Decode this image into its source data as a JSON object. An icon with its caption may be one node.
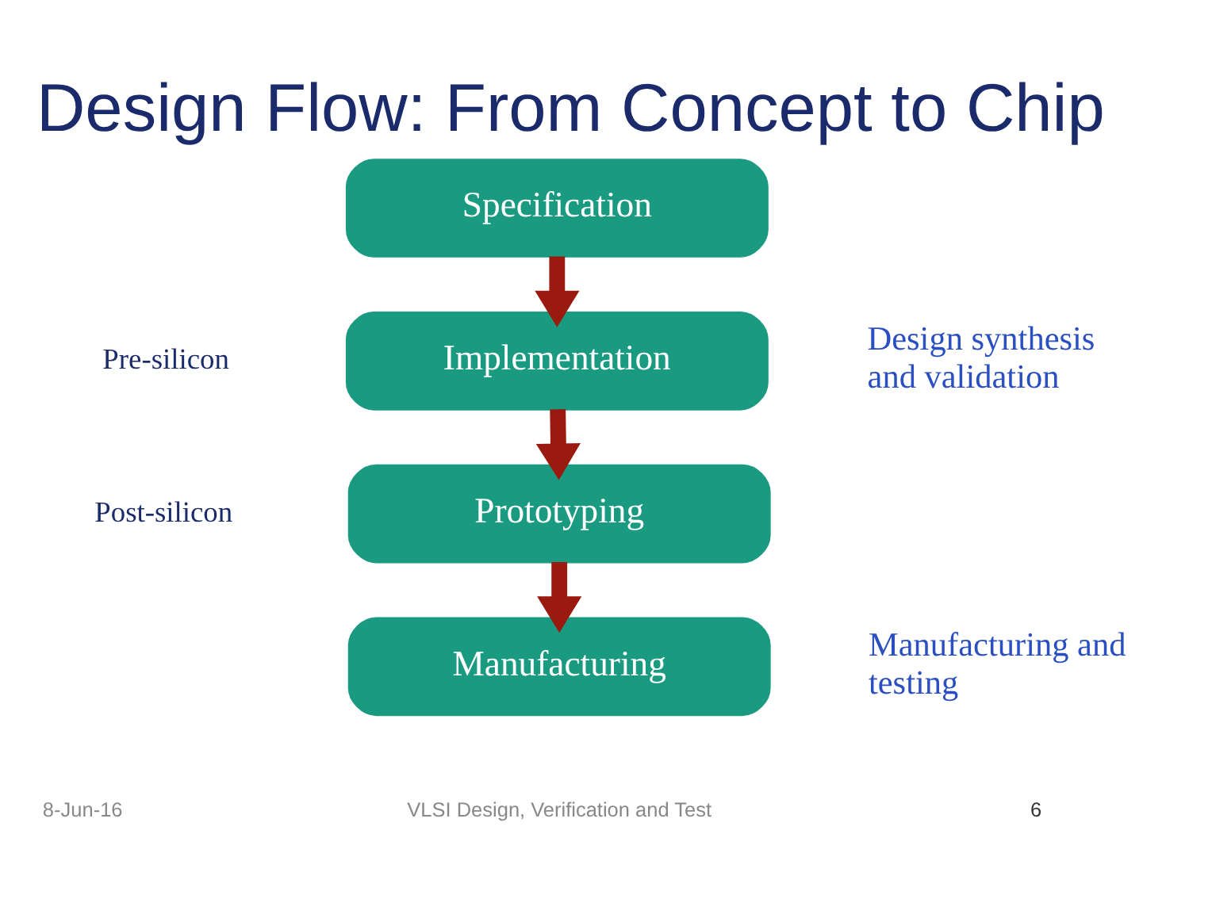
{
  "diagram": {
    "title": "Design Flow: From Concept to Chip",
    "nodes": [
      {
        "text": [
          "Specification"
        ]
      },
      {
        "text": [
          "Implementation"
        ]
      },
      {
        "text": [
          "Prototyping"
        ]
      },
      {
        "text": [
          "Manufacturing"
        ]
      }
    ],
    "edges": [
      {
        "from": 0,
        "to": 1,
        "arrow": "to"
      },
      {
        "from": 1,
        "to": 2,
        "arrow": "to"
      },
      {
        "from": 2,
        "to": 3,
        "arrow": "to"
      }
    ],
    "labels": [
      "Pre-silicon",
      "Post-silicon",
      "Design synthesis and validation",
      "Manufacturing and testing",
      "8-Jun-16",
      "VLSI Design, Verification and Test",
      "6"
    ]
  }
}
